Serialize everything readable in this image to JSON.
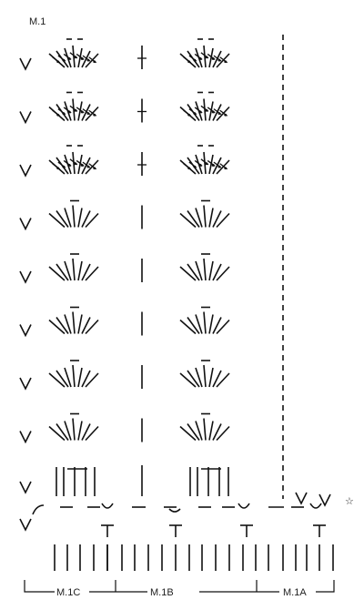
{
  "diagram": {
    "title": "M.1",
    "star_symbol": "☆",
    "sections": [
      {
        "label": "M.1C"
      },
      {
        "label": "M.1B"
      },
      {
        "label": "M.1A"
      }
    ],
    "rows": {
      "fan_rows_with_picots": 3,
      "fan_rows_plain": 5
    },
    "ink_color": "#111111"
  }
}
